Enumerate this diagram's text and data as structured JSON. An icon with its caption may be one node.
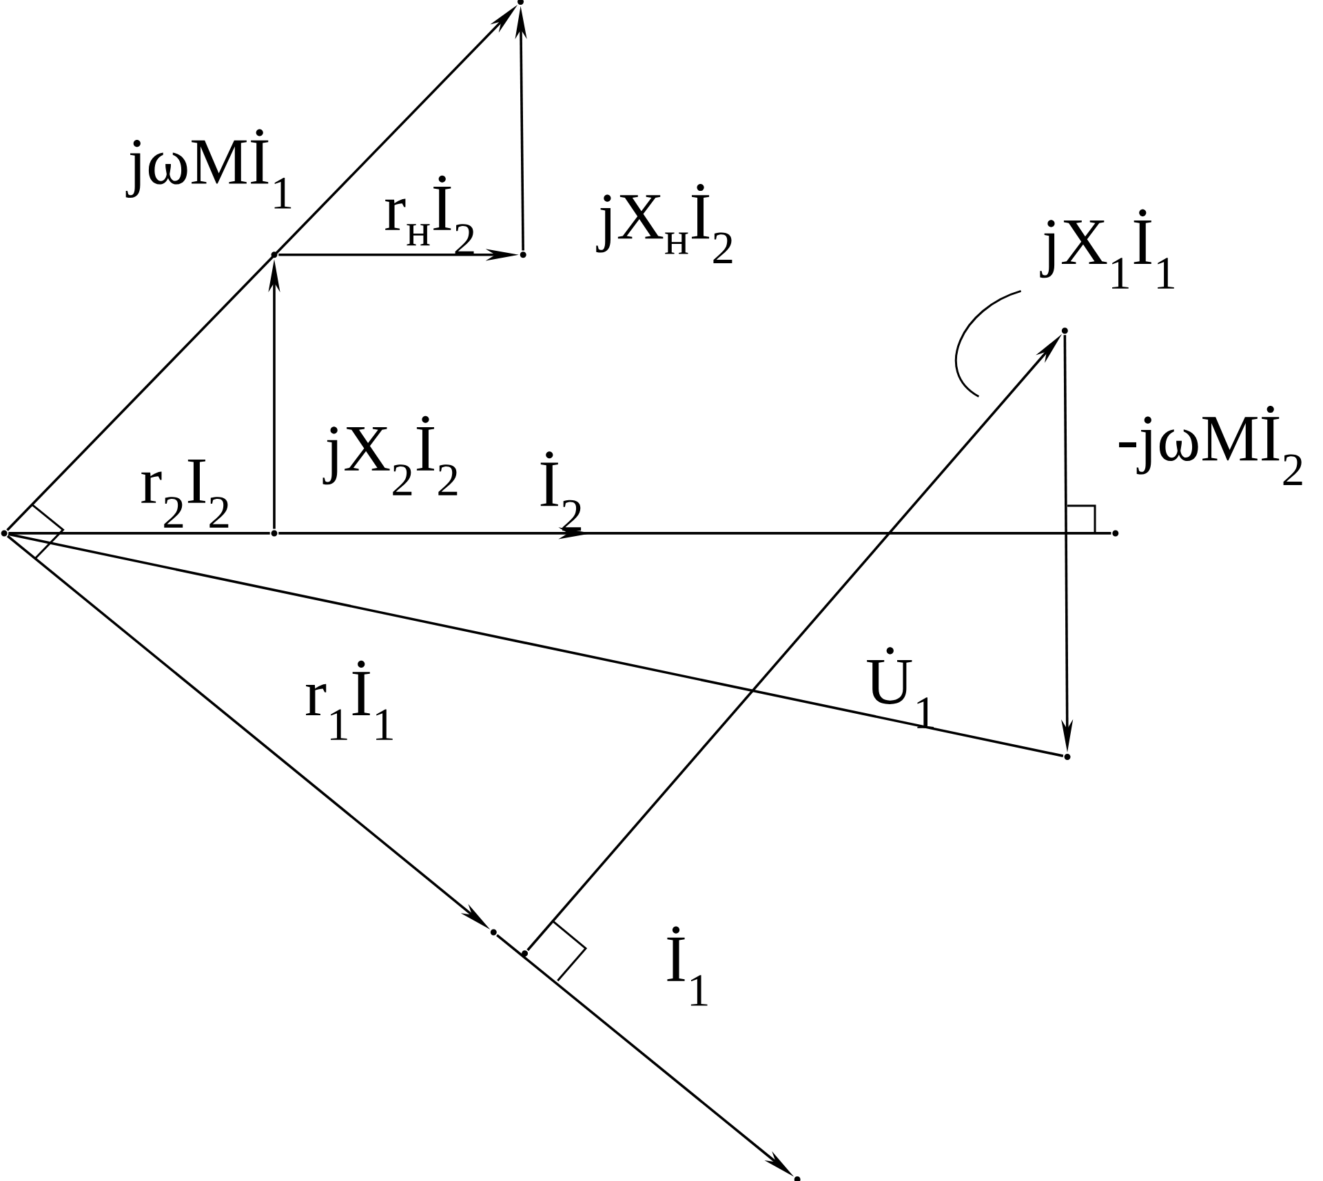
{
  "diagram": {
    "nodes": [
      {
        "text": [],
        "shape": "point"
      },
      {
        "text": [],
        "shape": "point"
      },
      {
        "text": [],
        "shape": "point"
      },
      {
        "text": [],
        "shape": "point"
      },
      {
        "text": [],
        "shape": "point"
      },
      {
        "text": [],
        "shape": "point"
      },
      {
        "text": [],
        "shape": "point"
      },
      {
        "text": [],
        "shape": "point"
      },
      {
        "text": [],
        "shape": "point"
      },
      {
        "text": [],
        "shape": "point"
      },
      {
        "text": [],
        "shape": "point"
      }
    ],
    "edges": [
      {
        "from": 0,
        "to": 2,
        "arrow": "to",
        "label": "jωMİ$_{1}$"
      },
      {
        "from": 3,
        "to": 1,
        "arrow": "to",
        "label": "jX$_{2}$İ$_{2}$"
      },
      {
        "from": 1,
        "to": 4,
        "arrow": "to",
        "label": "r$_{н}$İ$_{2}$"
      },
      {
        "from": 4,
        "to": 2,
        "arrow": "to",
        "label": "jX$_{н}$İ$_{2}$"
      },
      {
        "from": 0,
        "to": 3,
        "arrow": "none",
        "label": "r$_{2}$I$_{2}$"
      },
      {
        "from": 3,
        "to": 5,
        "arrow": "to",
        "label": "İ$_{2}$"
      },
      {
        "from": 0,
        "to": 6,
        "arrow": "to",
        "label": "r$_{1}$İ$_{1}$"
      },
      {
        "from": 6,
        "to": 7,
        "arrow": "to",
        "label": "İ$_{1}$"
      },
      {
        "from": 8,
        "to": 9,
        "arrow": "to",
        "label": "jX$_{1}$İ$_{1}$"
      },
      {
        "from": 9,
        "to": 10,
        "arrow": "to",
        "label": "-jωMİ$_{2}$"
      },
      {
        "from": 0,
        "to": 10,
        "arrow": "none",
        "label": "U̇$_{1}$"
      }
    ]
  }
}
